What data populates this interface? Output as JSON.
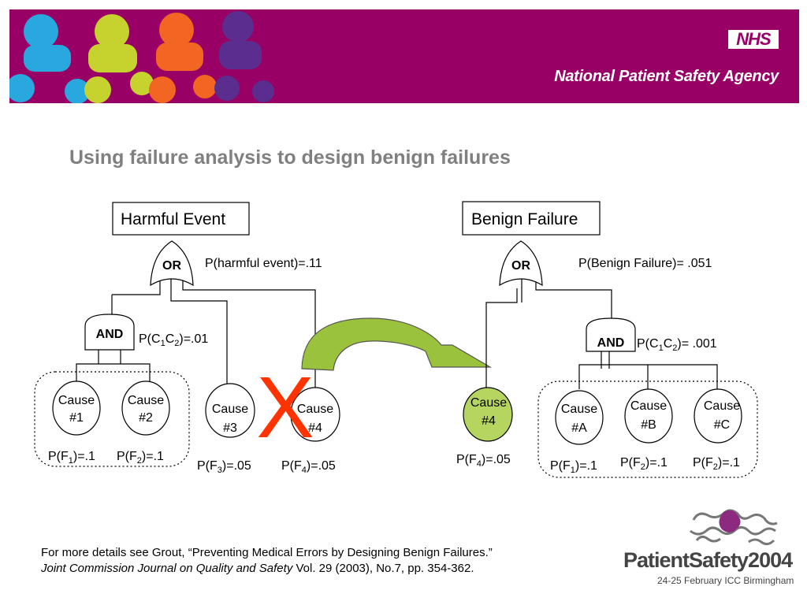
{
  "banner": {
    "nhs_logo": "NHS",
    "agency": "National Patient Safety Agency",
    "bg_color": "#990066",
    "puzzle_colors": [
      "#29a8e0",
      "#c6d22e",
      "#f26522",
      "#5b2d8e"
    ]
  },
  "title": "Using failure analysis to design benign failures",
  "left_tree": {
    "top_event": "Harmful Event",
    "or_gate": "OR",
    "prob_top": "P(harmful event)=.11",
    "and_gate": "AND",
    "prob_and": {
      "pre": "P(C",
      "s1": "1",
      "mid": "C",
      "s2": "2",
      "post": ")=.01"
    },
    "causes": [
      {
        "line1": "Cause",
        "line2": "#1",
        "prob": {
          "pre": "P(F",
          "sub": "1",
          "post": ")=.1"
        }
      },
      {
        "line1": "Cause",
        "line2": "#2",
        "prob": {
          "pre": "P(F",
          "sub": "2",
          "post": ")=.1"
        }
      },
      {
        "line1": "Cause",
        "line2": "#3",
        "prob": {
          "pre": "P(F",
          "sub": "3",
          "post": ")=.05"
        }
      },
      {
        "line1": "Cause",
        "line2": "#4",
        "prob": {
          "pre": "P(F",
          "sub": "4",
          "post": ")=.05"
        }
      }
    ],
    "cross_mark": "X"
  },
  "right_tree": {
    "top_event": "Benign Failure",
    "or_gate": "OR",
    "prob_top": "P(Benign Failure)= .051",
    "and_gate": "AND",
    "prob_and": {
      "pre": "P(C",
      "s1": "1",
      "mid": "C",
      "s2": "2",
      "post": ")= .001"
    },
    "moved_cause": {
      "line1": "Cause",
      "line2": "#4",
      "prob": {
        "pre": "P(F",
        "sub": "4",
        "post": ")=.05"
      },
      "fill": "#b5d560"
    },
    "causes": [
      {
        "line1": "Cause",
        "line2": "#A",
        "prob": {
          "pre": "P(F",
          "sub": "1",
          "post": ")=.1"
        }
      },
      {
        "line1": "Cause",
        "line2": "#B",
        "prob": {
          "pre": "P(F",
          "sub": "2",
          "post": ")=.1"
        }
      },
      {
        "line1": "Cause",
        "line2": "#C",
        "prob": {
          "pre": "P(F",
          "sub": "2",
          "post": ")=.1"
        }
      }
    ]
  },
  "footer": {
    "line1": "For more details see Grout, “Preventing Medical Errors by Designing Benign Failures.”",
    "journal": "Joint Commission Journal on Quality and Safety",
    "line2_rest": " Vol. 29 (2003), No.7, pp. 354-362."
  },
  "event_logo": {
    "name": "PatientSafety2004",
    "sub": "24-25 February ICC Birmingham"
  }
}
